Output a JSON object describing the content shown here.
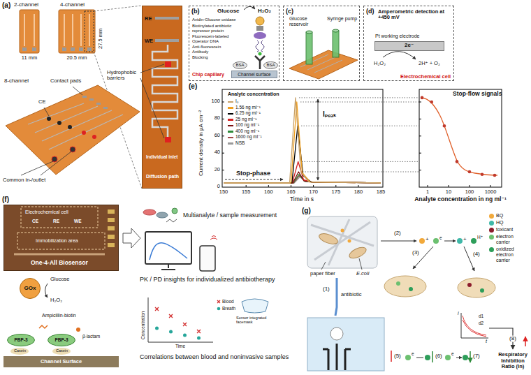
{
  "diagram": {
    "nodes": [
      {
        "text": [
          "RE",
          "WE",
          "Individual inlet",
          "Diffusion path"
        ]
      },
      {
        "text": [
          "(b)",
          "Glucose",
          "H₂O₂",
          "Avidin-Glucose oxidase",
          "Biotinylated antibiotic repressor protein",
          "Fluorescein-labeled Operator DNA",
          "Anti-fluorescein Antibody",
          "Blocking",
          "Chip capillary"
        ]
      },
      {
        "text": [
          "BSA"
        ],
        "in": 1
      },
      {
        "text": [
          "BSA"
        ],
        "in": 1
      },
      {
        "text": [
          "Channel surface"
        ],
        "in": 1
      },
      {
        "text": [
          "(c)",
          "Glucose reservoir",
          "Syringe pump"
        ]
      },
      {
        "text": [
          "(d)",
          "Amperometric detection at +450 mV",
          "H₂O₂",
          "2H⁺ + O₂",
          "Electrochemical cell"
        ]
      },
      {
        "text": [
          "Pt working electrode",
          "2e⁻"
        ],
        "in": 6
      },
      {
        "text": [
          "Electrochemical cell",
          "CE",
          "RE",
          "WE",
          "Immobilization area",
          "One-4-All Biosensor"
        ]
      },
      {
        "text": [
          "GOx"
        ]
      },
      {
        "text": [
          "PBP-3"
        ]
      },
      {
        "text": [
          "PBP-3"
        ]
      },
      {
        "text": [
          "Channel Surface"
        ]
      },
      {
        "text": [
          "i",
          "t",
          "d1",
          "d2"
        ]
      },
      {
        "text": [
          "Respiratory Inhibition Ratio (In)"
        ]
      }
    ],
    "edges": [
      {
        "from": 13,
        "to": 14,
        "label": "(8)",
        "arrow": "to"
      }
    ],
    "labels": [
      "(a)",
      "2-channel",
      "4-channel",
      "11 mm",
      "20.5 mm",
      "27.5 mm",
      "Hydrophobic barriers",
      "8-channel",
      "CE",
      "Contact pads",
      "Common in-/outlet",
      "(e)",
      "Current density in µA cm⁻²",
      "0",
      "20",
      "40",
      "60",
      "80",
      "100",
      "150",
      "155",
      "160",
      "165",
      "170",
      "175",
      "180",
      "185",
      "Time in s",
      "Analyte concentration",
      "Stop-phase",
      "Iₚₑₐₖ",
      "Stop-flow signals",
      "1",
      "10",
      "100",
      "1000",
      "Analyte concentration in ng ml⁻¹",
      "(f)",
      "Glucose",
      "H₂O₂",
      "Ampicillin-biotin",
      "β-lactam",
      "Casein",
      "Casein",
      "Multianalyte / sample measurement",
      "PK / PD insights for individualized antibiotherapy",
      "Concentration",
      "Time",
      "Blood",
      "Breath",
      "Sensor integrated facemask",
      "Correlations between blood and noninvasive samples",
      "(g)",
      "paper fiber",
      "E.coli",
      "(1)",
      "antibiotic",
      "(2)",
      "+",
      "e",
      "+",
      "H⁺",
      "(3)",
      "(4)",
      "(5)",
      "e",
      "(6)",
      "e",
      "(7)"
    ],
    "legend": [
      {
        "text": "I₀",
        "color": "#c8a26a"
      },
      {
        "text": "1.56 ng ml⁻¹",
        "color": "#f0a020"
      },
      {
        "text": "6.25 ng ml⁻¹",
        "color": "#000000"
      },
      {
        "text": "25 ng ml⁻¹",
        "color": "#d62020"
      },
      {
        "text": "100 ng ml⁻¹",
        "color": "#7a1010"
      },
      {
        "text": "400 ng ml⁻¹",
        "color": "#2e8b3a"
      },
      {
        "text": "1600 ng ml⁻¹",
        "color": "#a04848"
      },
      {
        "text": "NSB",
        "color": "#9a9a9a"
      },
      {
        "text": "BQ",
        "color": "#f2a93b"
      },
      {
        "text": "HQ",
        "color": "#3fb8a8"
      },
      {
        "text": "toxicant",
        "color": "#8c1c2c"
      },
      {
        "text": "electron carrier",
        "color": "#6cc070"
      },
      {
        "text": "oxidized electron carrier",
        "color": "#2e9e5a"
      }
    ]
  }
}
